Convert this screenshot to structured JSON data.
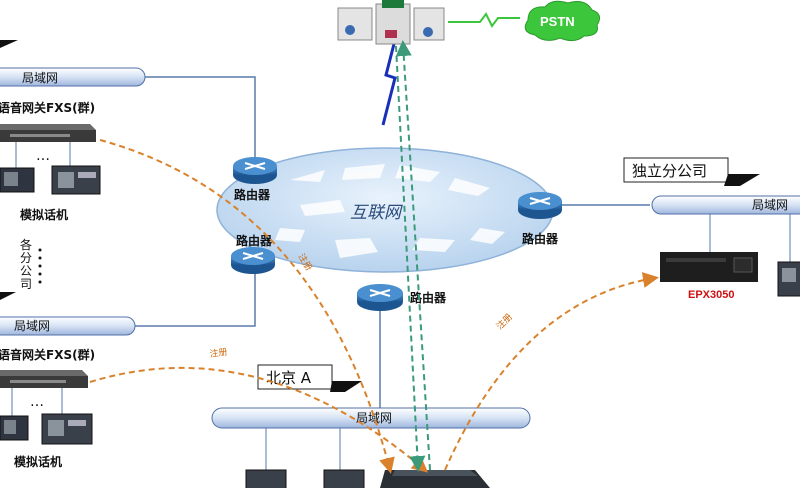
{
  "cloud": {
    "label": "互联网"
  },
  "pstn": {
    "label": "PSTN"
  },
  "routers": {
    "label": "路由器"
  },
  "lan": {
    "label": "局域网"
  },
  "gateway": {
    "label": "语音网关FXS(群)"
  },
  "phones": {
    "label": "模拟话机"
  },
  "branch_vertical": [
    "各",
    "分",
    "公",
    "司"
  ],
  "dots": "…",
  "independent_branch": {
    "label": "独立分公司"
  },
  "epx": {
    "label": "EPX3050"
  },
  "beijing": {
    "label": "北京 A"
  },
  "register": {
    "label": "注册"
  },
  "colors": {
    "cloud_fill": "#c9dff4",
    "router": "#2a6fb0",
    "lan_fill": "#dde8f6",
    "lan_stroke": "#5070a8",
    "pstn_green": "#3cc63c",
    "dashed_orange": "#d9822b",
    "dashed_green": "#3a9a7a",
    "epx_red": "#cc1111"
  }
}
